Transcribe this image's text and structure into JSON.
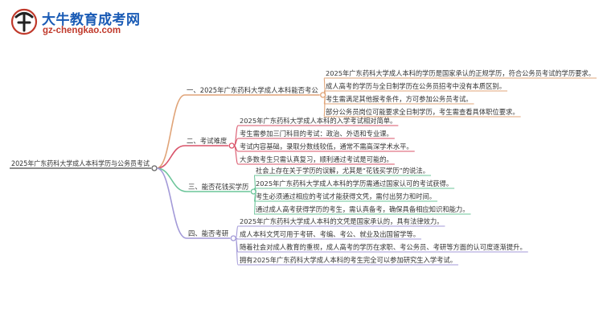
{
  "logo": {
    "title": "大牛教育成考网",
    "url": "gz-chengkao.com"
  },
  "root": {
    "text": "2025年广东药科大学成人本科学历与公务员考试"
  },
  "branches": [
    {
      "text": "一、2025年广东药科大学成人本科能否考公",
      "color": "#e0a478",
      "children": [
        "2025年广东药科大学成人本科的学历是国家承认的正规学历，符合公务员考试的学历要求。",
        "成人高考的学历与全日制学历在公务员招考中没有本质区别。",
        "考生需满足其他报考条件，方可参加公务员考试。",
        "部分公务员岗位可能要求全日制学历，考生需查看具体职位要求。"
      ]
    },
    {
      "text": "二、考试难度",
      "color": "#d9546a",
      "children": [
        "2025年广东药科大学成人本科的入学考试相对简单。",
        "考生需参加三门科目的考试：政治、外语和专业课。",
        "考试内容基础，录取分数线较低，通常不需高深学术水平。",
        "大多数考生只需认真复习，顺利通过考试是可能的。"
      ]
    },
    {
      "text": "三、能否花钱买学历",
      "color": "#6cc59a",
      "children": [
        "社会上存在关于学历的误解，尤其是“花钱买学历”的说法。",
        "2025年广东药科大学成人本科的学历需通过国家认可的考试获得。",
        "考生必须通过相应的考试才能获得文凭，需付出努力和时间。",
        "通过成人高考获得学历的考生，需认真备考，确保具备相应知识和能力。"
      ]
    },
    {
      "text": "四、能否考研",
      "color": "#a39ad8",
      "children": [
        "2025年广东药科大学成人本科的文凭是国家承认的，具有法律效力。",
        "成人本科文凭可用于考研、考编、考公、就业及出国留学等。",
        "随着社会对成人教育的重视，成人高考的学历在求职、考公务员、考研等方面的认可度逐渐提升。",
        "拥有2025年广东药科大学成人本科的考生完全可以参加研究生入学考试。"
      ]
    }
  ]
}
